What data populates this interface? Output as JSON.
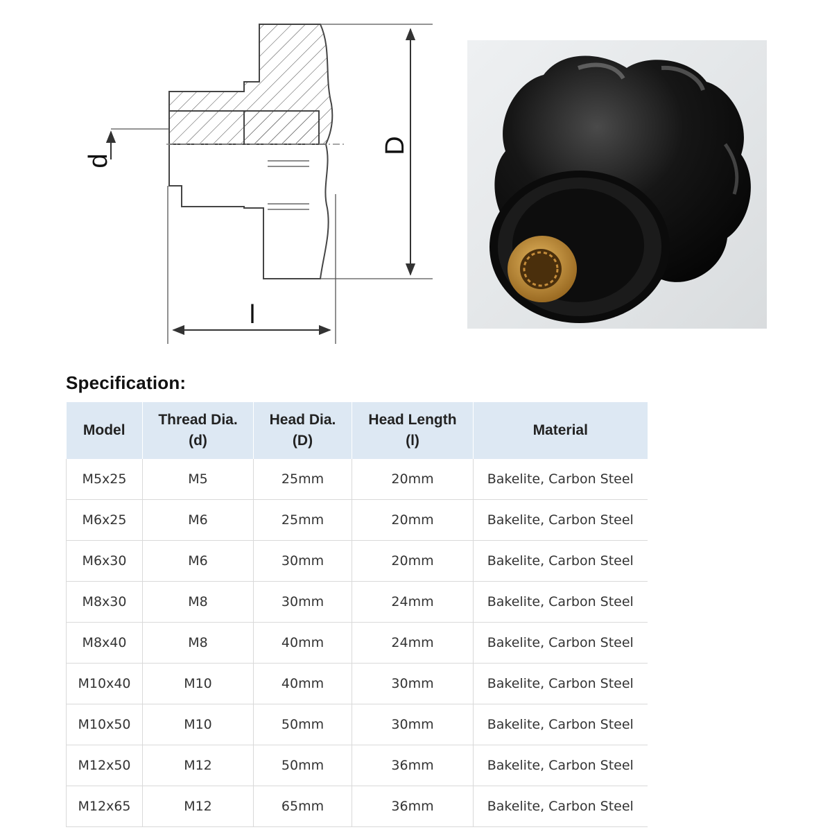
{
  "drawing": {
    "label_d": "d",
    "label_D": "D",
    "label_l": "l"
  },
  "photo": {
    "knob_color": "#111111",
    "insert_color": "#c9933a"
  },
  "spec": {
    "heading": "Specification:",
    "header_bg": "#dde8f3",
    "columns": [
      {
        "line1": "Model",
        "line2": ""
      },
      {
        "line1": "Thread Dia.",
        "line2": "(d)"
      },
      {
        "line1": "Head Dia.",
        "line2": "(D)"
      },
      {
        "line1": "Head Length",
        "line2": "(l)"
      },
      {
        "line1": "Material",
        "line2": ""
      }
    ],
    "rows": [
      [
        "M5x25",
        "M5",
        "25mm",
        "20mm",
        "Bakelite, Carbon Steel"
      ],
      [
        "M6x25",
        "M6",
        "25mm",
        "20mm",
        "Bakelite, Carbon Steel"
      ],
      [
        "M6x30",
        "M6",
        "30mm",
        "20mm",
        "Bakelite, Carbon Steel"
      ],
      [
        "M8x30",
        "M8",
        "30mm",
        "24mm",
        "Bakelite, Carbon Steel"
      ],
      [
        "M8x40",
        "M8",
        "40mm",
        "24mm",
        "Bakelite, Carbon Steel"
      ],
      [
        "M10x40",
        "M10",
        "40mm",
        "30mm",
        "Bakelite, Carbon Steel"
      ],
      [
        "M10x50",
        "M10",
        "50mm",
        "30mm",
        "Bakelite, Carbon Steel"
      ],
      [
        "M12x50",
        "M12",
        "50mm",
        "36mm",
        "Bakelite, Carbon Steel"
      ],
      [
        "M12x65",
        "M12",
        "65mm",
        "36mm",
        "Bakelite, Carbon Steel"
      ]
    ]
  }
}
